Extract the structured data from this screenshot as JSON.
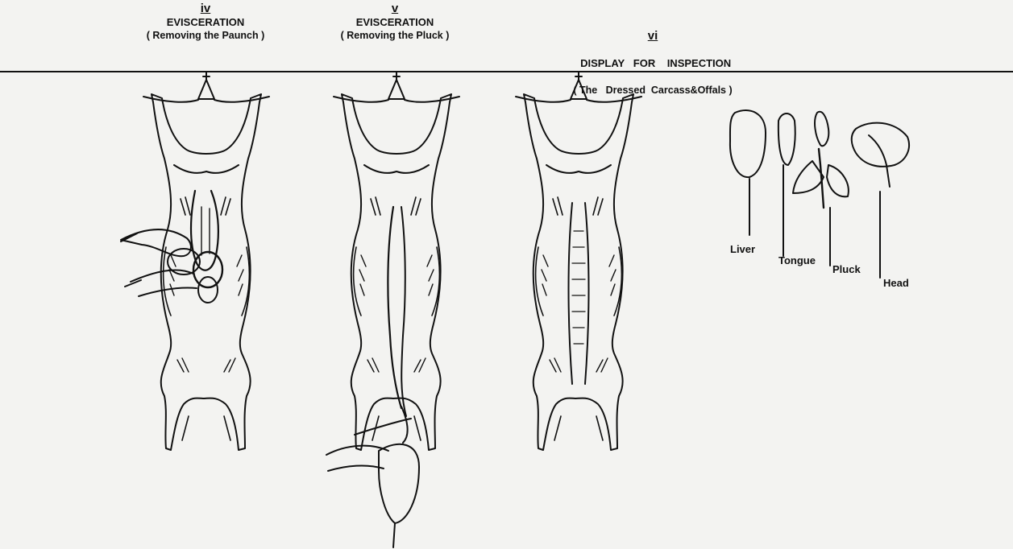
{
  "steps": [
    {
      "num": "iv",
      "title": "EVISCERATION",
      "subtitle": "( Removing the Paunch )"
    },
    {
      "num": "v",
      "title": "EVISCERATION",
      "subtitle": "( Removing the Pluck )"
    },
    {
      "num": "vi",
      "title": "DISPLAY   FOR    INSPECTION",
      "subtitle": "( The   Dressed  Carcass&Offals )"
    }
  ],
  "offal_labels": {
    "liver": "Liver",
    "tongue": "Tongue",
    "pluck": "Pluck",
    "head": "Head"
  }
}
